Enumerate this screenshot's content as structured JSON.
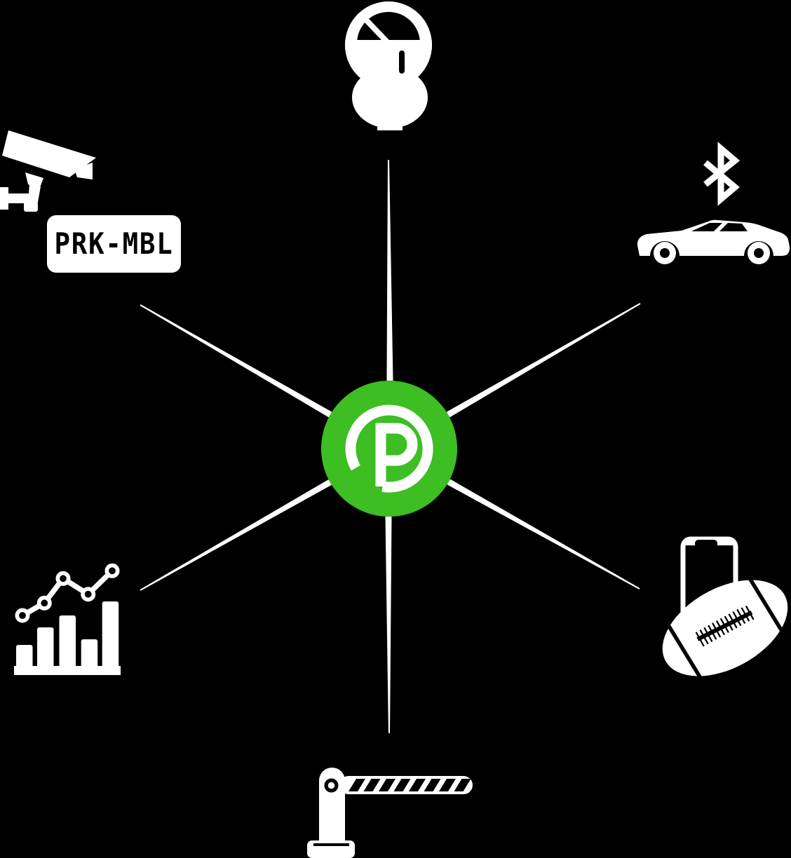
{
  "diagram": {
    "type": "hub-and-spoke",
    "hub": "parkmobile-logo",
    "spoke_count": 6
  },
  "colors": {
    "background": "#000000",
    "brand_green": "#3DBE23",
    "icon_white": "#FFFFFF",
    "plate_text_color": "#000000"
  },
  "license_plate": {
    "text": "PRK-MBL"
  },
  "icons": [
    {
      "name": "parking-meter-icon",
      "position": "top"
    },
    {
      "name": "security-camera-icon",
      "position": "top-left"
    },
    {
      "name": "license-plate",
      "position": "top-left"
    },
    {
      "name": "bluetooth-icon",
      "position": "top-right"
    },
    {
      "name": "car-icon",
      "position": "top-right"
    },
    {
      "name": "bar-line-chart-icon",
      "position": "bottom-left"
    },
    {
      "name": "smartphone-icon",
      "position": "bottom-right"
    },
    {
      "name": "football-icon",
      "position": "bottom-right"
    },
    {
      "name": "parking-gate-icon",
      "position": "bottom"
    }
  ]
}
